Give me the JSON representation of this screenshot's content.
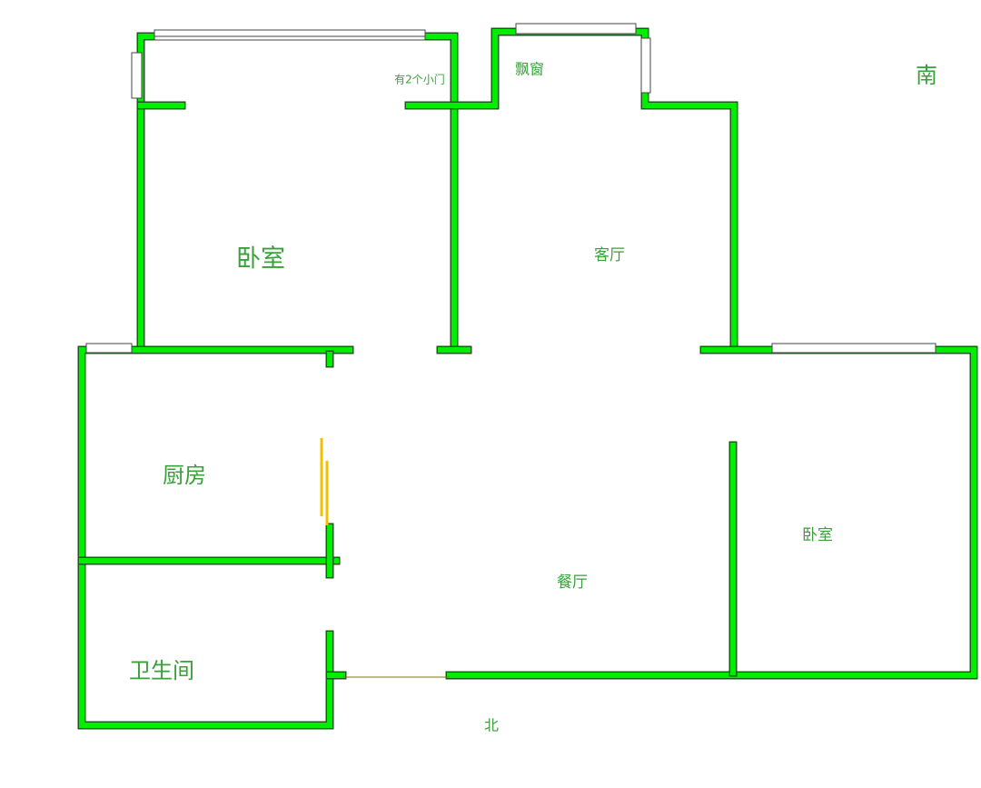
{
  "colors": {
    "wall": "#00ee00",
    "label": "#3aa03a",
    "door": "#f5c000"
  },
  "labels": {
    "bedroom_top": "卧室",
    "note_doors": "有2个小门",
    "bay_window": "飘窗",
    "south": "南",
    "living_room": "客厅",
    "kitchen": "厨房",
    "dining_room": "餐厅",
    "bedroom_right": "卧室",
    "bathroom": "卫生间",
    "north": "北"
  }
}
